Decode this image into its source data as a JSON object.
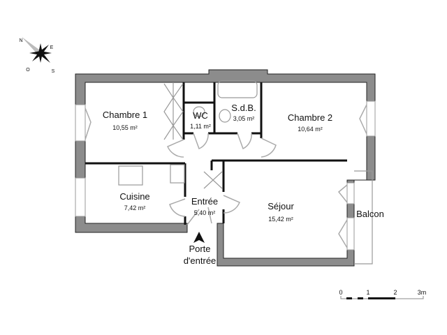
{
  "compass": {
    "north": "N",
    "east": "E",
    "south": "S",
    "west": "O"
  },
  "rooms": [
    {
      "name": "Chambre 1",
      "area": "10,55 m²"
    },
    {
      "name": "WC",
      "area": "1,11 m²"
    },
    {
      "name": "S.d.B.",
      "area": "3,05 m²"
    },
    {
      "name": "Chambre 2",
      "area": "10,64 m²"
    },
    {
      "name": "Cuisine",
      "area": "7,42 m²"
    },
    {
      "name": "Entrée",
      "area": "5,40 m²"
    },
    {
      "name": "Séjour",
      "area": "15,42 m²"
    }
  ],
  "balcony": "Balcon",
  "entrance": {
    "line1": "Porte",
    "line2": "d'entrée"
  },
  "scale": {
    "ticks": [
      "0",
      "1",
      "2",
      "3m"
    ]
  }
}
